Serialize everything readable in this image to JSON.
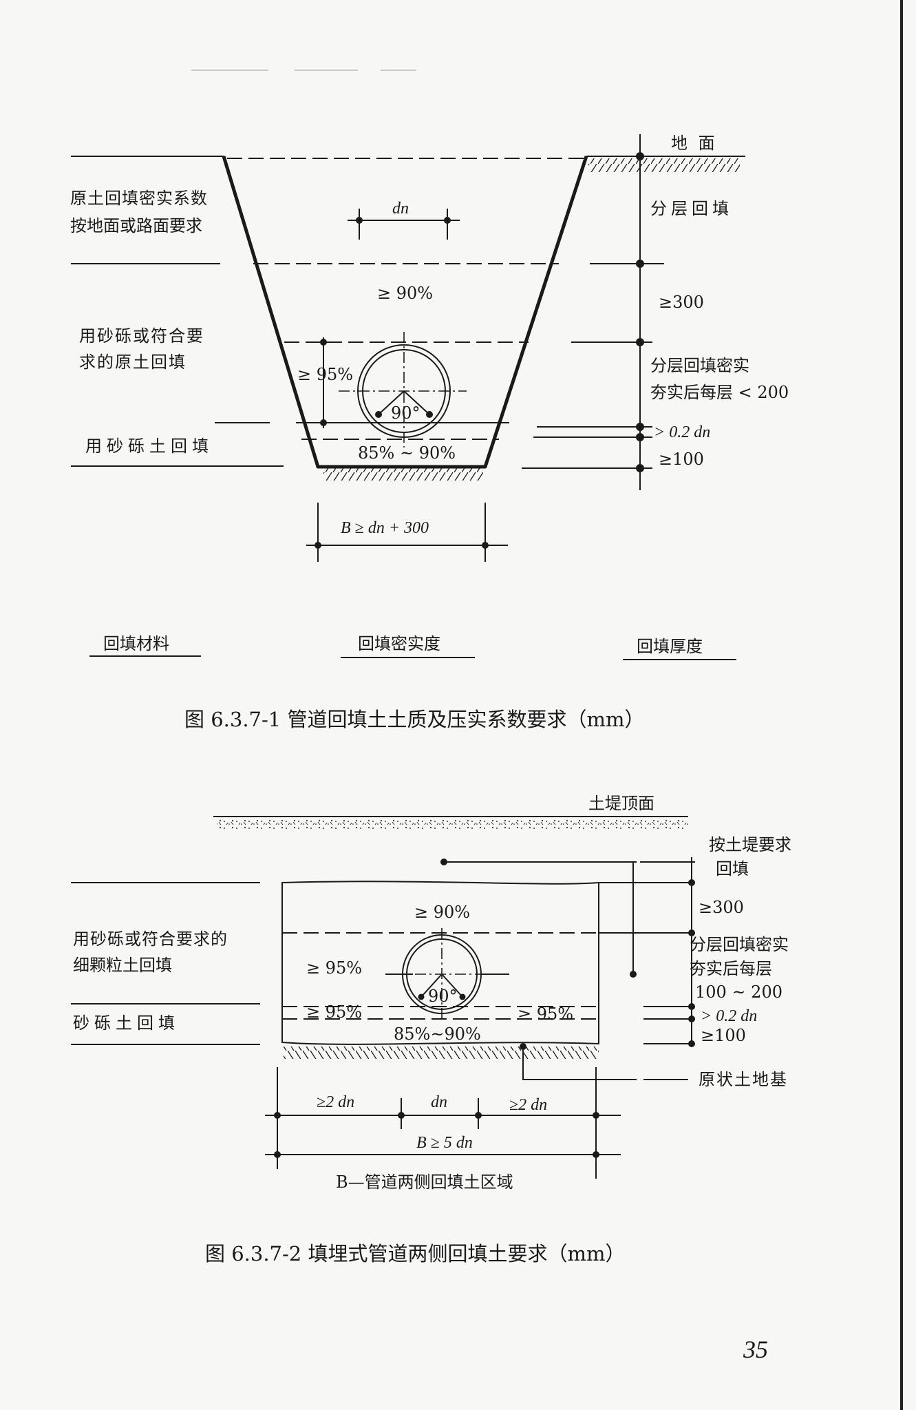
{
  "figure1": {
    "ground": "地 面",
    "left_top_line1": "原土回填密实系数",
    "left_top_line2": "按地面或路面要求",
    "left_mid_line1": "用砂砾或符合要",
    "left_mid_line2": "求的原土回填",
    "left_bottom": "用砂砾土回填",
    "dn": "dn",
    "compaction_top": "≥ 90%",
    "compaction_side": "≥ 95%",
    "angle": "90°",
    "compaction_bottom": "85% ~ 90%",
    "right_top": "分层回填",
    "right_300": "≥300",
    "right_layer_line1": "分层回填密实",
    "right_layer_line2": "夯实后每层 < 200",
    "right_02dn": "> 0.2 dn",
    "right_100": "≥100",
    "width_formula": "B ≥ dn + 300",
    "col_material": "回填材料",
    "col_density": "回填密实度",
    "col_thickness": "回填厚度",
    "caption": "图 6.3.7-1   管道回填土土质及压实系数要求（mm）"
  },
  "figure2": {
    "embankment_top": "土堤顶面",
    "right_top_line1": "按土堤要求",
    "right_top_line2": "回填",
    "left_mid_line1": "用砂砾或符合要求的",
    "left_mid_line2": "细颗粒土回填",
    "left_bottom": "砂砾土回填",
    "compaction_top": "≥ 90%",
    "compaction_side": "≥ 95%",
    "angle": "90°",
    "compaction_left_low": "≥ 95%",
    "compaction_right_low": "≥ 95%",
    "compaction_bottom": "85%~90%",
    "right_300": "≥300",
    "right_layer_line1": "分层回填密实",
    "right_layer_line2": "夯实后每层",
    "right_layer_line3": "100 ~ 200",
    "right_02dn": "> 0.2 dn",
    "right_100": "≥100",
    "foundation": "原状土地基",
    "dim_left": "≥2 dn",
    "dim_dn": "dn",
    "dim_right": "≥2 dn",
    "dim_total": "B ≥ 5 dn",
    "legend": "B—管道两侧回填土区域",
    "caption": "图 6.3.7-2   填埋式管道两侧回填土要求（mm）"
  },
  "page_number": "35"
}
